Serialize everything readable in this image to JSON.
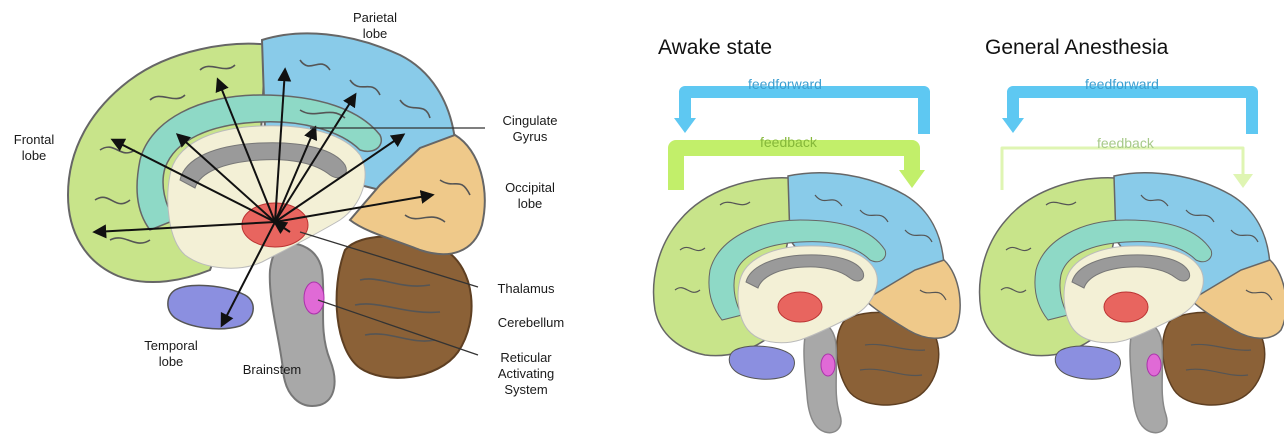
{
  "colors": {
    "frontal": "#c8e48a",
    "parietal": "#89cbe9",
    "occipital": "#efc98a",
    "cingulate": "#8ed9c6",
    "temporal": "#8b8fe0",
    "cerebellum": "#8b6137",
    "brainstem": "#a8a8a8",
    "thalamus": "#e8655f",
    "reticular": "#e06ad6",
    "inner": "#f3f0d6",
    "corpus": "#9a9a9a",
    "feedforward": "#5ec8f2",
    "feedback": "#c2ef6a",
    "feedback_weak": "#dff5b3"
  },
  "left_diagram": {
    "labels": {
      "parietal": [
        "Parietal",
        "lobe"
      ],
      "frontal": [
        "Frontal",
        "lobe"
      ],
      "cingulate": [
        "Cingulate",
        "Gyrus"
      ],
      "occipital": [
        "Occipital",
        "lobe"
      ],
      "thalamus": "Thalamus",
      "cerebellum": "Cerebellum",
      "reticular": [
        "Reticular",
        "Activating",
        "System"
      ],
      "temporal": [
        "Temporal",
        "lobe"
      ],
      "brainstem": "Brainstem"
    }
  },
  "right_panels": [
    {
      "title": "Awake state",
      "feedforward_label": "feedforward",
      "feedback_label": "feedback",
      "feedback_strength": "strong"
    },
    {
      "title": "General Anesthesia",
      "feedforward_label": "feedforward",
      "feedback_label": "feedback",
      "feedback_strength": "weak"
    }
  ]
}
